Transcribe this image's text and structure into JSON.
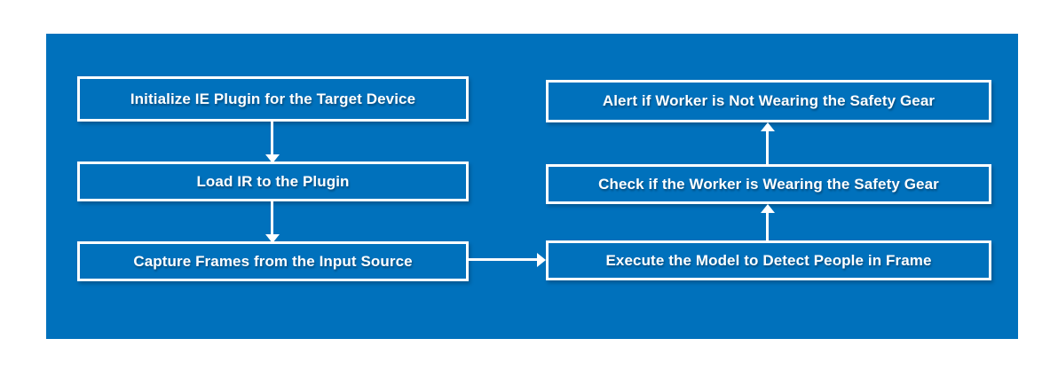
{
  "diagram": {
    "type": "flowchart",
    "nodes": {
      "init_plugin": {
        "label": "Initialize IE Plugin for the Target Device"
      },
      "load_ir": {
        "label": "Load IR to the Plugin"
      },
      "capture_frames": {
        "label": "Capture Frames from the Input Source"
      },
      "alert_worker": {
        "label": "Alert if Worker is Not Wearing the Safety Gear"
      },
      "check_gear": {
        "label": "Check if the Worker is Wearing the Safety Gear"
      },
      "execute_model": {
        "label": "Execute the Model to Detect People in Frame"
      }
    },
    "connections": [
      {
        "from": "init_plugin",
        "to": "load_ir",
        "direction": "down"
      },
      {
        "from": "load_ir",
        "to": "capture_frames",
        "direction": "down"
      },
      {
        "from": "capture_frames",
        "to": "execute_model",
        "direction": "right"
      },
      {
        "from": "execute_model",
        "to": "check_gear",
        "direction": "up"
      },
      {
        "from": "check_gear",
        "to": "alert_worker",
        "direction": "up"
      }
    ],
    "colors": {
      "page_background": "#ffffff",
      "panel_background": "#0071BC",
      "box_border": "#ffffff",
      "text": "#ffffff",
      "arrow": "#ffffff"
    }
  }
}
